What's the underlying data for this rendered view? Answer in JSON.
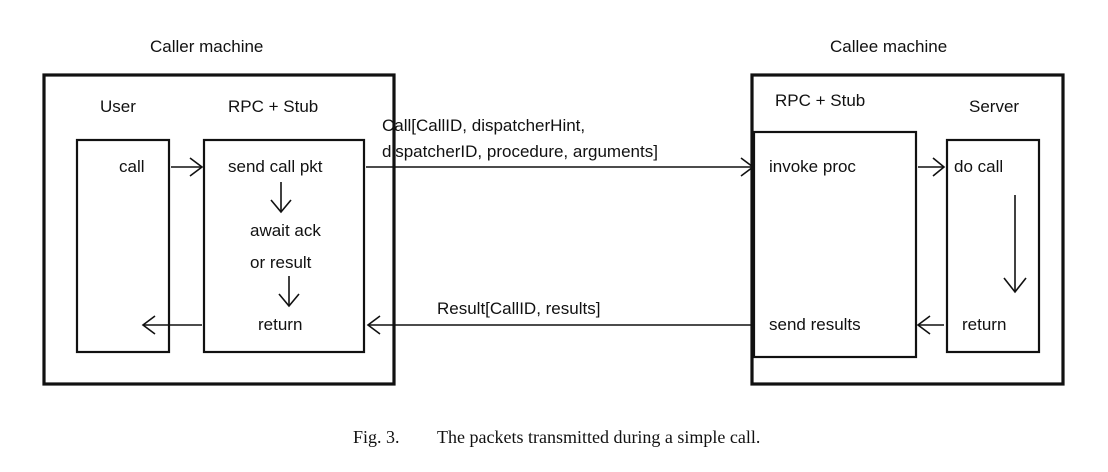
{
  "caller": {
    "title": "Caller machine",
    "user_label": "User",
    "stub_label": "RPC + Stub",
    "user_call": "call",
    "send_call_pkt": "send call pkt",
    "await_ack": "await ack",
    "or_result": "or result",
    "return_label": "return"
  },
  "callee": {
    "title": "Callee machine",
    "stub_label": "RPC + Stub",
    "server_label": "Server",
    "invoke_proc": "invoke proc",
    "send_results": "send results",
    "do_call": "do call",
    "return_label": "return"
  },
  "packets": {
    "call_line1": "Call[CallID, dispatcherHint,",
    "call_line2": "dispatcherID, procedure, arguments]",
    "result": "Result[CallID, results]"
  },
  "caption": {
    "prefix": "Fig. 3.",
    "text": "The packets transmitted during a simple call."
  }
}
